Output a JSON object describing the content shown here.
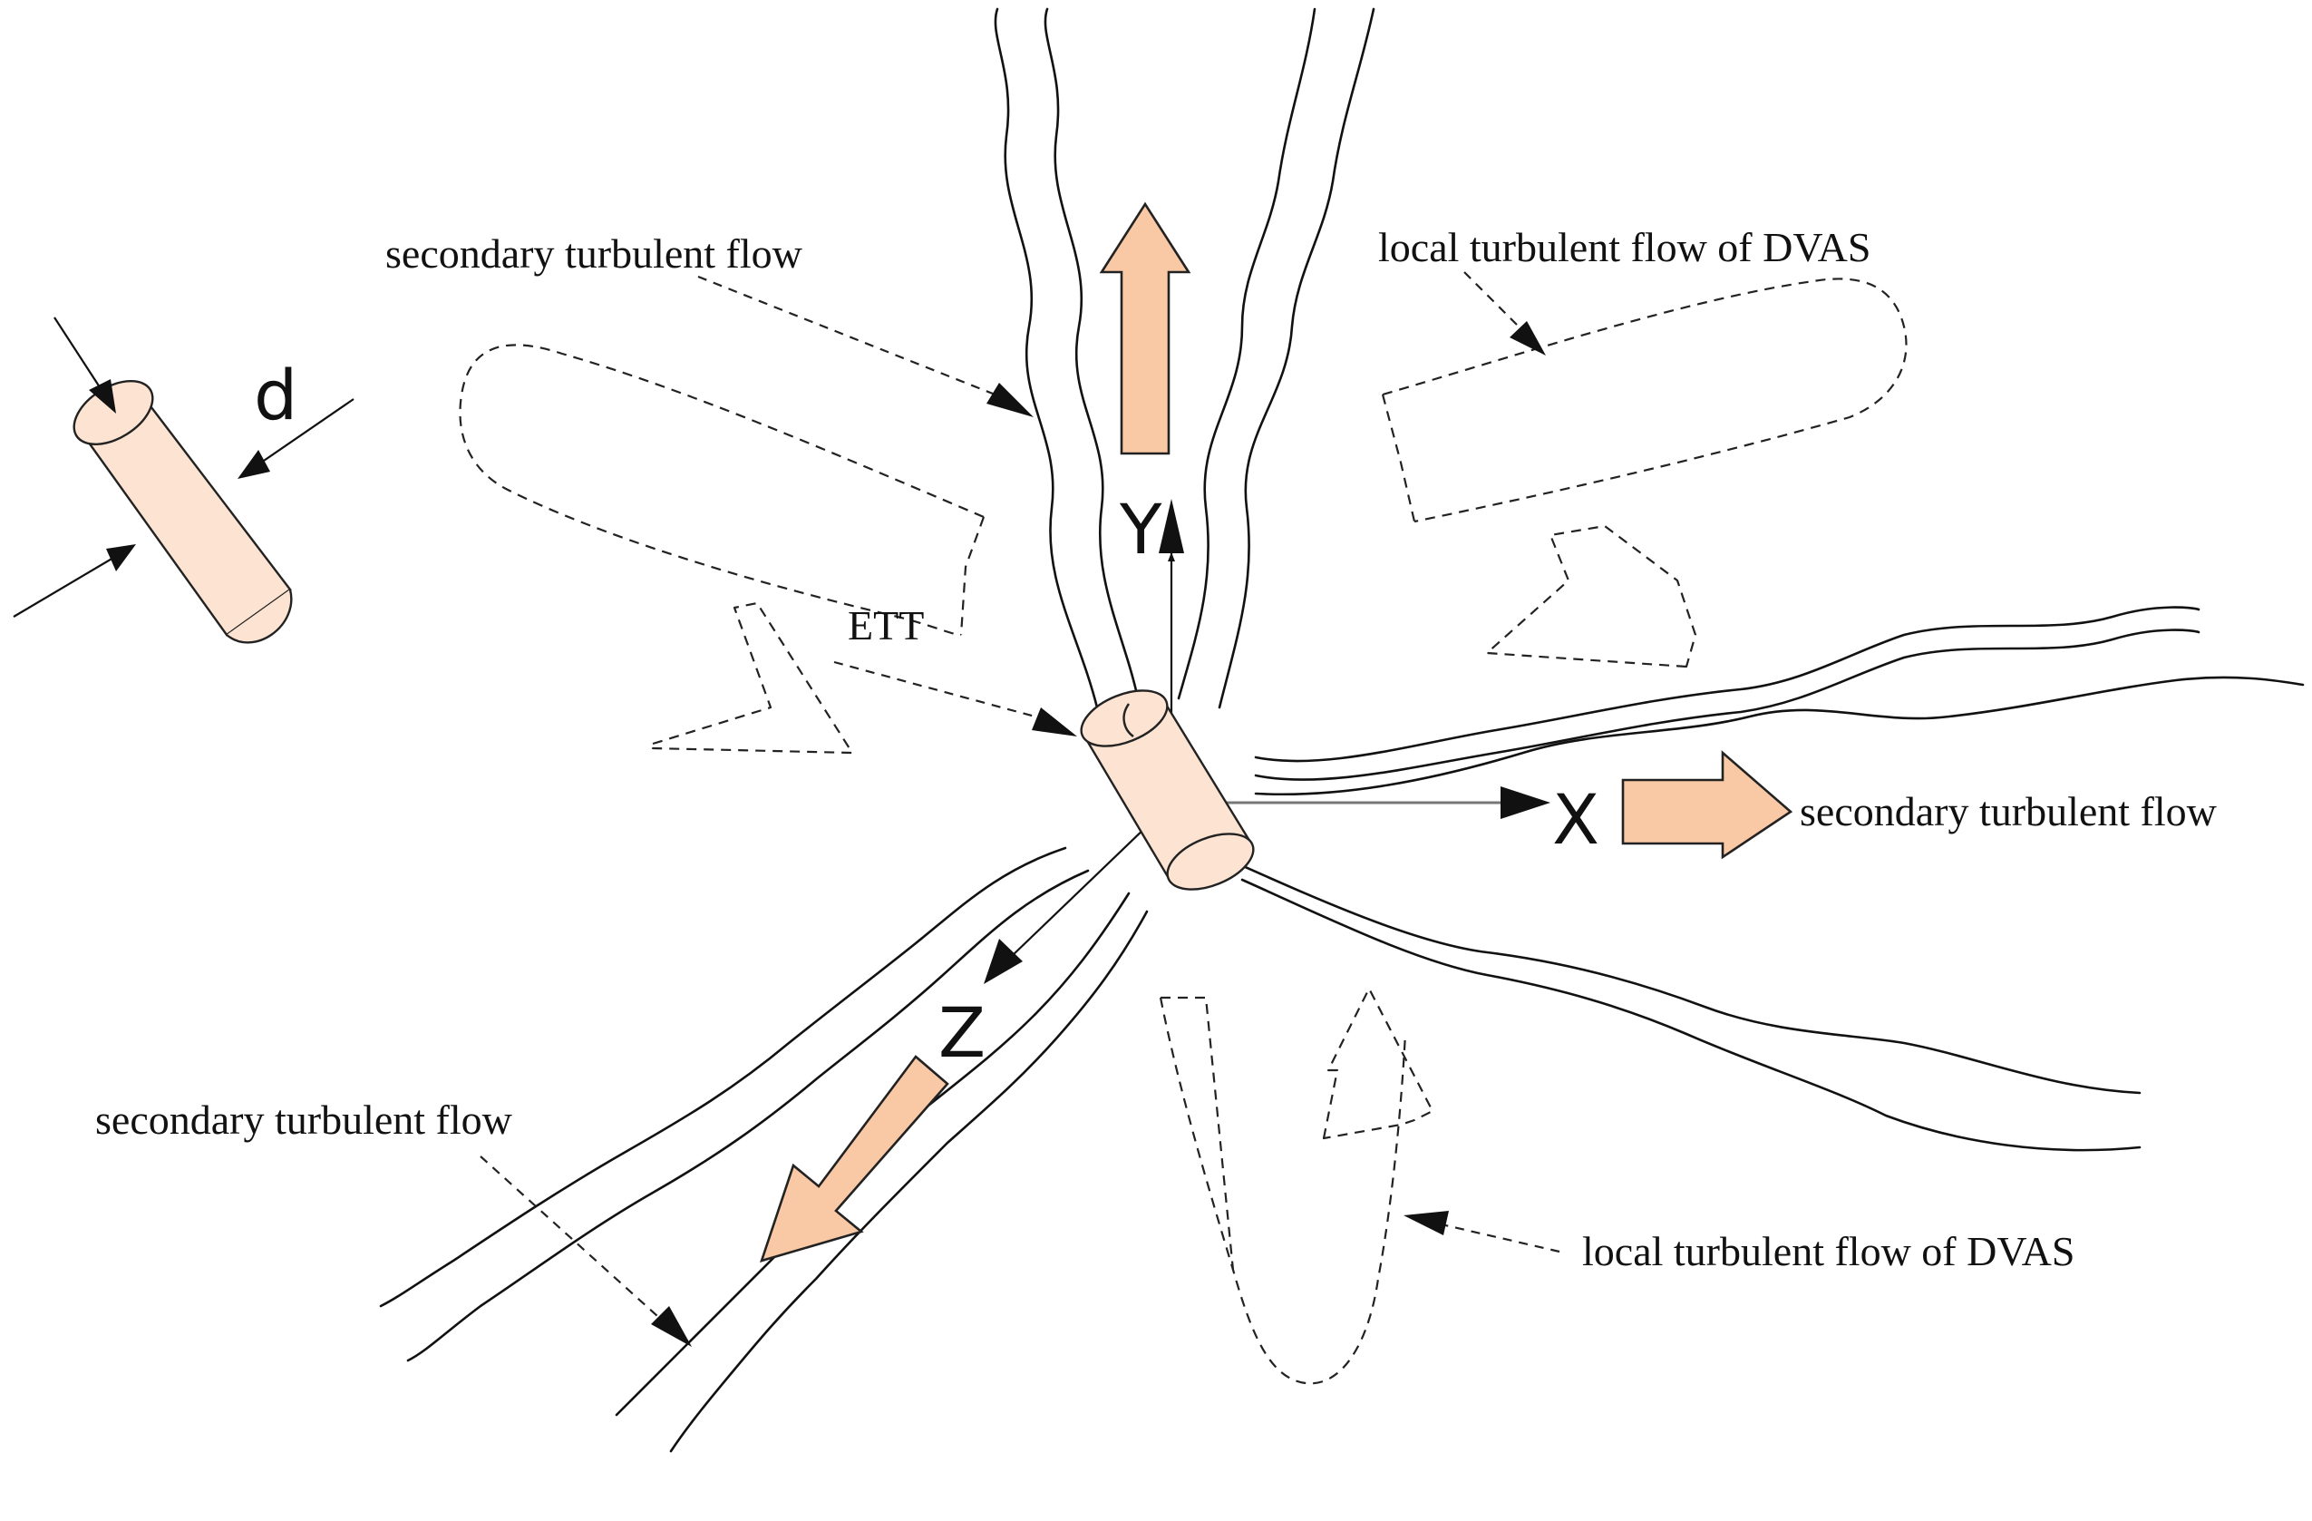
{
  "labels": {
    "secondary_top": "secondary turbulent flow",
    "local_top": "local turbulent flow of DVAS",
    "ett": "ETT",
    "secondary_right": "secondary turbulent flow",
    "secondary_bottom": "secondary turbulent flow",
    "local_bottom": "local turbulent flow of DVAS",
    "diameter": "d"
  },
  "axes": {
    "x": "X",
    "y": "Y",
    "z": "Z"
  },
  "colors": {
    "flow_fill": "#f9c9a6",
    "tube_fill": "#fce3d2",
    "ink": "#111111"
  }
}
